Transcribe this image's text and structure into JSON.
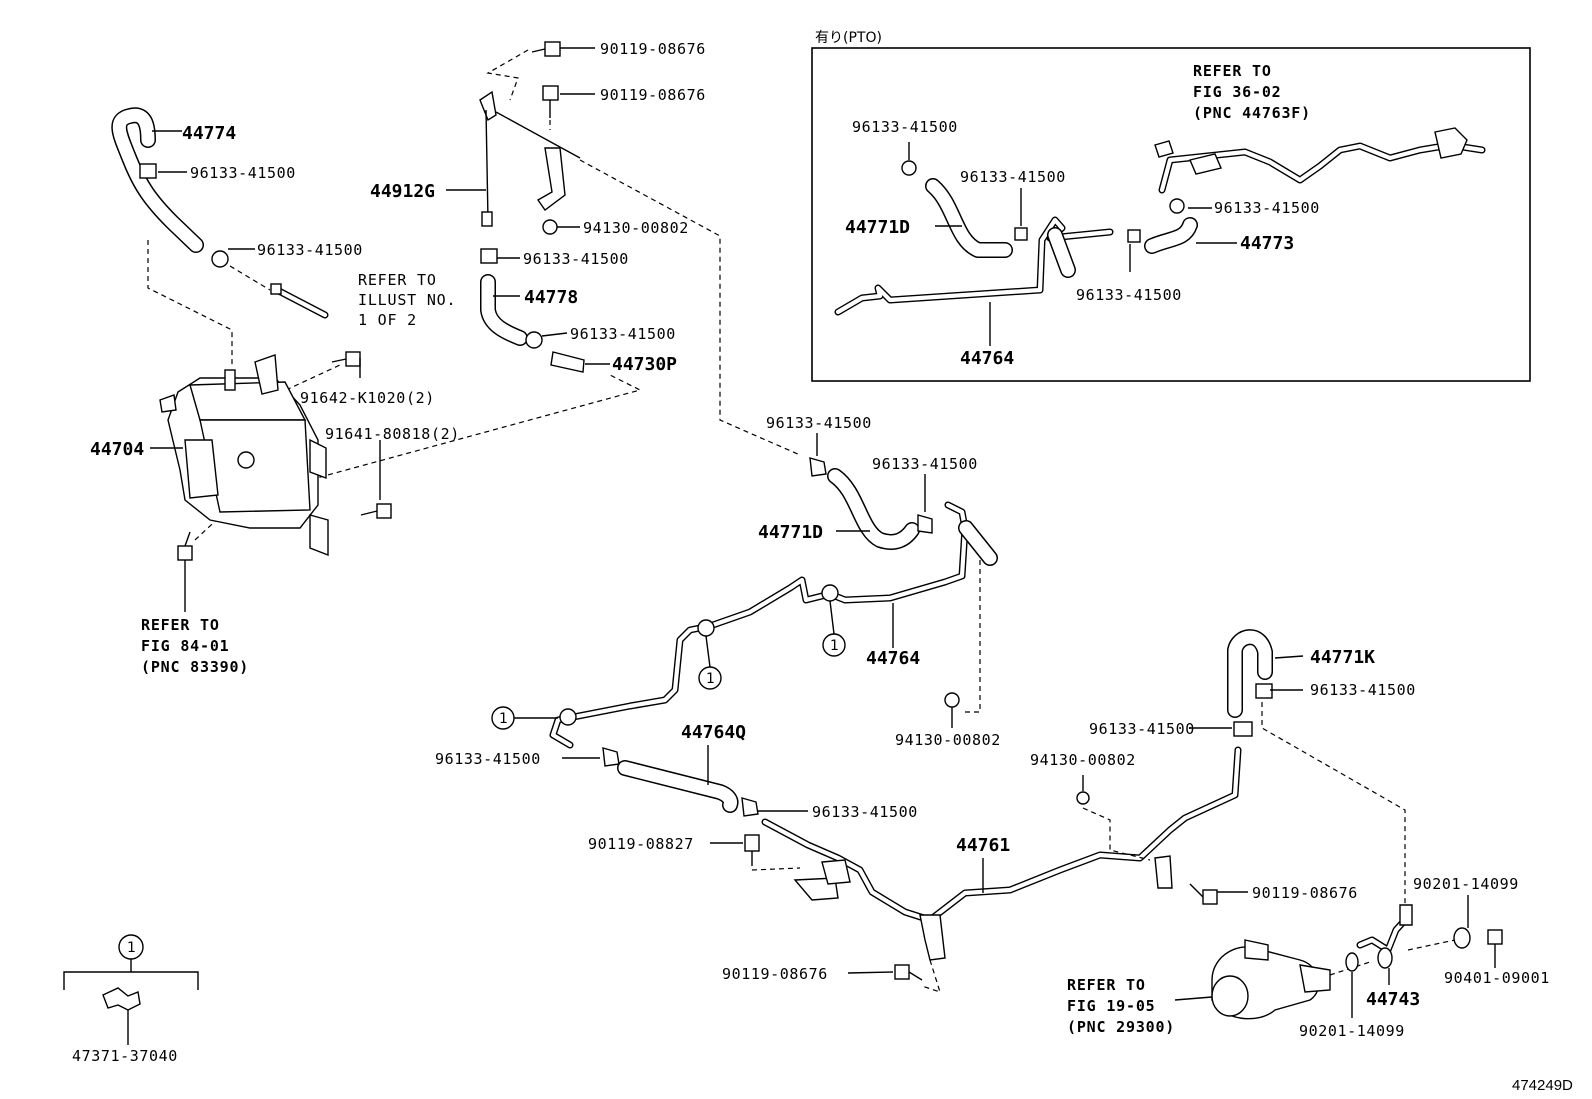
{
  "diagram_id": "474249D",
  "inset": {
    "title": "有り(PTO)"
  },
  "callout_symbol": "1",
  "labels": {
    "p44774": "44774",
    "p96133_a": "96133-41500",
    "p96133_b": "96133-41500",
    "p44704": "44704",
    "p91642": "91642-K1020(2)",
    "p91641": "91641-80818(2)",
    "p90119_top1": "90119-08676",
    "p90119_top2": "90119-08676",
    "p44912g": "44912G",
    "p94130_top": "94130-00802",
    "p96133_c": "96133-41500",
    "p44778": "44778",
    "p96133_d": "96133-41500",
    "p44730p": "44730P",
    "p96133_e": "96133-41500",
    "p96133_f": "96133-41500",
    "p44771d": "44771D",
    "p44764": "44764",
    "p94130_mid": "94130-00802",
    "p44764q": "44764Q",
    "p96133_g": "96133-41500",
    "p96133_h": "96133-41500",
    "p90119_mid": "90119-08827",
    "p44761": "44761",
    "p94130_low": "94130-00802",
    "p96133_i": "96133-41500",
    "p44771k": "44771K",
    "p96133_j": "96133-41500",
    "p90119_r": "90119-08676",
    "p90119_bot": "90119-08676",
    "p90201_a": "90201-14099",
    "p90201_b": "90201-14099",
    "p90401": "90401-09001",
    "p44743": "44743",
    "p47371": "47371-37040",
    "in_96133_a": "96133-41500",
    "in_96133_b": "96133-41500",
    "in_96133_c": "96133-41500",
    "in_96133_d": "96133-41500",
    "in_44771d": "44771D",
    "in_44773": "44773",
    "in_44764": "44764"
  },
  "refs": {
    "illust": [
      "REFER TO",
      "ILLUST NO.",
      "1 OF 2"
    ],
    "fig84": [
      "REFER TO",
      "FIG 84-01",
      "(PNC 83390)"
    ],
    "fig19": [
      "REFER TO",
      "FIG 19-05",
      "(PNC 29300)"
    ],
    "fig36": [
      "REFER TO",
      "FIG 36-02",
      "(PNC 44763F)"
    ]
  }
}
